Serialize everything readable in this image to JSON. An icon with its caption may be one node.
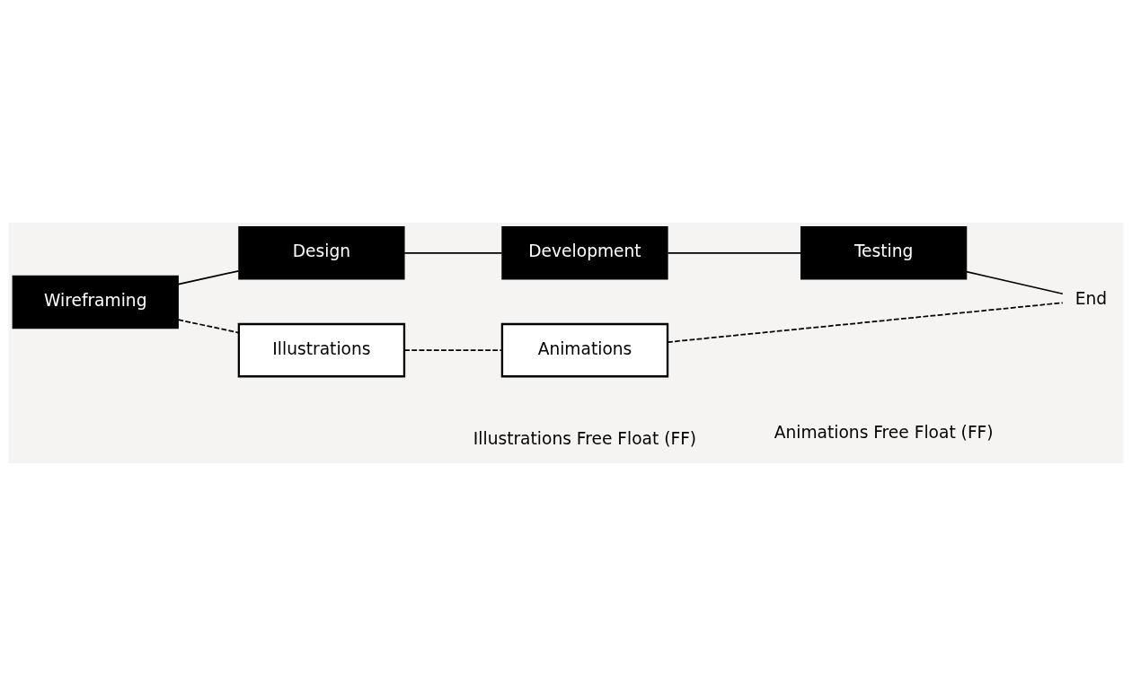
{
  "diagram": {
    "nodes": [
      {
        "text": [
          "Wireframing"
        ]
      },
      {
        "text": [
          "Design"
        ]
      },
      {
        "text": [
          "Development"
        ]
      },
      {
        "text": [
          "Testing"
        ]
      },
      {
        "text": [
          "End"
        ]
      },
      {
        "text": [
          "Illustrations"
        ]
      },
      {
        "text": [
          "Animations"
        ]
      }
    ],
    "edges": [
      {
        "from": 0,
        "to": 1,
        "arrow": "none"
      },
      {
        "from": 1,
        "to": 2,
        "arrow": "none"
      },
      {
        "from": 2,
        "to": 3,
        "arrow": "none"
      },
      {
        "from": 3,
        "to": 4,
        "arrow": "none"
      },
      {
        "from": 0,
        "to": 5,
        "arrow": "none",
        "style": "dashed"
      },
      {
        "from": 5,
        "to": 6,
        "arrow": "none",
        "style": "dashed"
      },
      {
        "from": 6,
        "to": 4,
        "arrow": "none",
        "style": "dashed"
      }
    ],
    "labels": [
      "Illustrations Free Float (FF)",
      "Animations Free Float (FF)"
    ]
  }
}
